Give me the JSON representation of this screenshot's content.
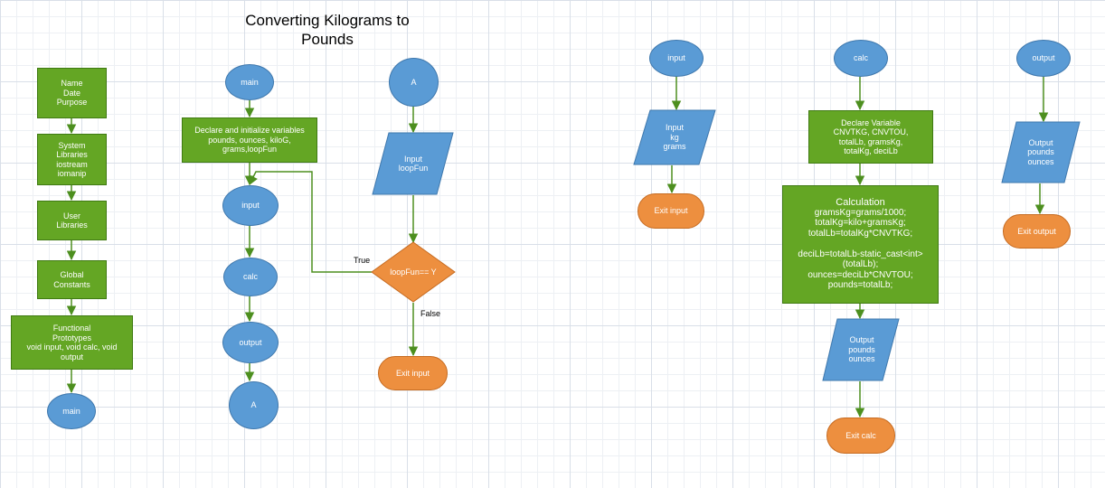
{
  "title": "Converting Kilograms to\nPounds",
  "colors": {
    "process": "#64a624",
    "terminal_blue": "#5a9bd5",
    "terminal_orange": "#ed8f3f",
    "connector": "#4d8f1f"
  },
  "column1": {
    "name_block": "Name\nDate\nPurpose",
    "libraries_block": "System\nLibraries\niostream\niomanip",
    "user_libraries": "User\nLibraries",
    "global_constants": "Global\nConstants",
    "prototypes": "Functional\nPrototypes\nvoid input, void calc, void\noutput",
    "main": "main"
  },
  "column2": {
    "main": "main",
    "declare": "Declare and initialize variables\npounds, ounces, kiloG,\ngrams,loopFun",
    "input": "input",
    "calc": "calc",
    "output": "output",
    "connector_a": "A"
  },
  "column3": {
    "connector_a": "A",
    "input_io": "Input\nloopFun",
    "decision": "loopFun== Y",
    "true_label": "True",
    "false_label": "False",
    "exit": "Exit input"
  },
  "input_func": {
    "start": "input",
    "io": "Input\nkg\ngrams",
    "exit": "Exit input"
  },
  "calc_func": {
    "start": "calc",
    "declare": "Declare Variable\nCNVTKG, CNVTOU,\ntotalLb, gramsKg,\ntotalKg, deciLb",
    "calc_title": "Calculation",
    "calc_body": "gramsKg=grams/1000;\ntotalKg=kilo+gramsKg;\ntotalLb=totalKg*CNVTKG;\n\ndeciLb=totalLb-static_cast<int>\n(totalLb);\nounces=deciLb*CNVTOU;\npounds=totalLb;",
    "io": "Output\npounds\nounces",
    "exit": "Exit calc"
  },
  "output_func": {
    "start": "output",
    "io": "Output\npounds\nounces",
    "exit": "Exit output"
  }
}
